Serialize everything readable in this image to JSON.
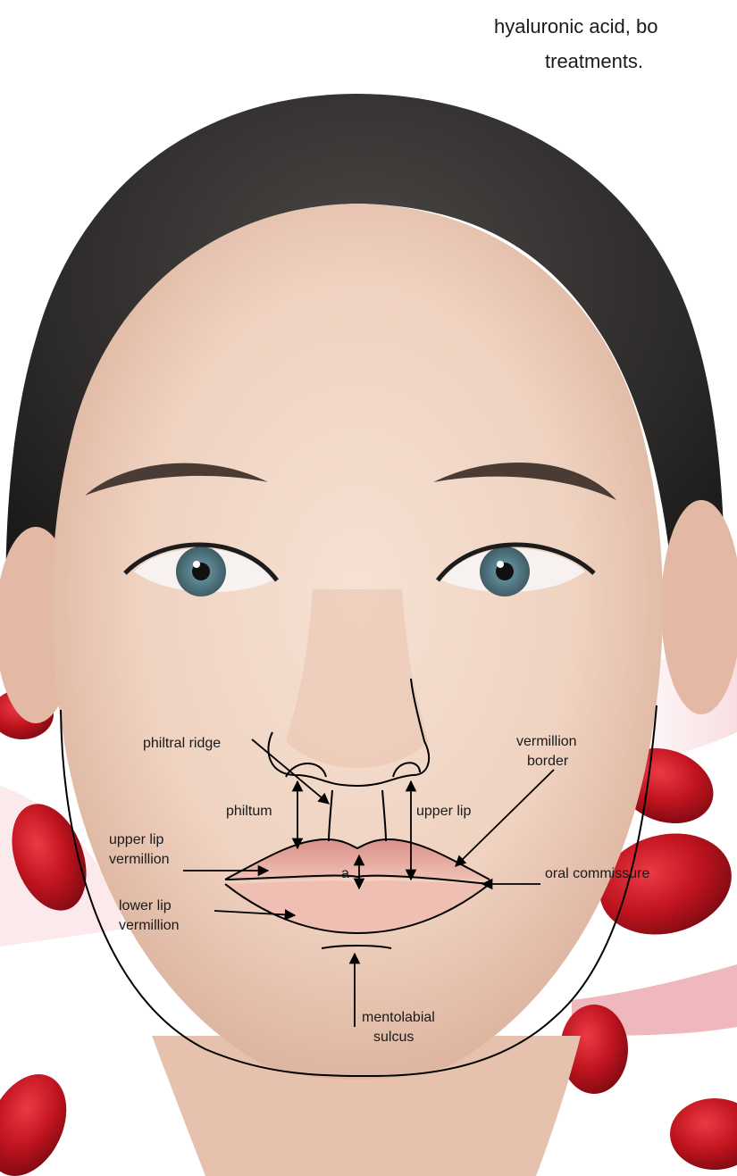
{
  "header": {
    "line1": "hyaluronic acid, bo",
    "line2": "treatments."
  },
  "labels": {
    "philtral_ridge": "philtral ridge",
    "vermillion_border_1": "vermillion",
    "vermillion_border_2": "border",
    "philtum": "philtum",
    "upper_lip": "upper lip",
    "upper_lip_vermillion_1": "upper lip",
    "upper_lip_vermillion_2": "vermillion",
    "a": "a",
    "oral_commissure": "oral commissure",
    "lower_lip_vermillion_1": "lower lip",
    "lower_lip_vermillion_2": "vermillion",
    "mentolabial_sulcus_1": "mentolabial",
    "mentolabial_sulcus_2": "sulcus"
  },
  "colors": {
    "skin": "#f1d6c6",
    "hair": "#2f2d2c",
    "lips": "#e7aaa2",
    "blood_cell": "#c0141f",
    "annotation_line": "#000000"
  }
}
